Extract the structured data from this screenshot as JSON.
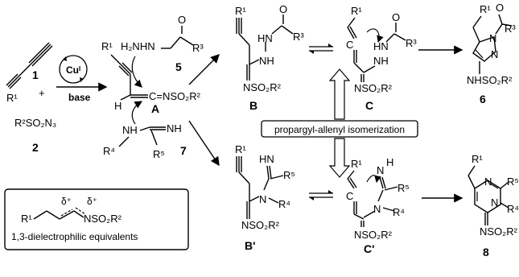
{
  "compounds": {
    "c1": {
      "number": "1"
    },
    "c2": {
      "number": "2",
      "formula": "R²SO₂N₃"
    },
    "c5": {
      "number": "5",
      "formula": "H₂NHN",
      "r": "R³"
    },
    "c7": {
      "number": "7",
      "r4": "R⁴",
      "r5": "R⁵",
      "nh": "NH"
    },
    "A": {
      "label": "A",
      "group": "C=NSO₂R²",
      "h": "H"
    },
    "B": {
      "label": "B",
      "nh": "HN",
      "nh2": "NH",
      "nso": "NSO₂R²"
    },
    "C": {
      "label": "C",
      "nso": "NSO₂R²"
    },
    "c6": {
      "number": "6",
      "nh": "NHSO₂R²"
    },
    "Bp": {
      "label": "B'"
    },
    "Cp": {
      "label": "C'"
    },
    "c8": {
      "number": "8"
    }
  },
  "reagents": {
    "catalyst": "Cuᴵ",
    "base": "base",
    "plus": "+"
  },
  "substituents": {
    "r1": "R¹",
    "r2": "R²",
    "r3": "R³",
    "r4": "R⁴",
    "r5": "R⁵"
  },
  "box_isomerization": "propargyl-allenyl isomerization",
  "box_equivalents": {
    "caption": "1,3-dielectrophilic equivalents",
    "delta1": "δ⁺",
    "delta2": "δ⁺"
  }
}
